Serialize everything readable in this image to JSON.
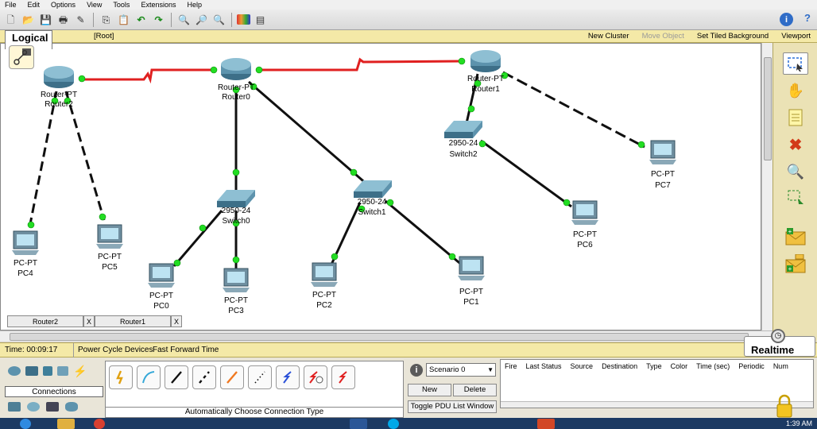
{
  "menu": [
    "File",
    "Edit",
    "Options",
    "View",
    "Tools",
    "Extensions",
    "Help"
  ],
  "workspace": {
    "tab": "Logical",
    "root": "[Root]",
    "actions": [
      "New Cluster",
      "Move Object",
      "Set Tiled Background",
      "Viewport"
    ]
  },
  "devices": {
    "router2": {
      "type": "Router-PT",
      "name": "Router2"
    },
    "router0": {
      "type": "Router-PT",
      "name": "Router0"
    },
    "router1": {
      "type": "Router-PT",
      "name": "Router1"
    },
    "switch0": {
      "type": "2950-24",
      "name": "Switch0"
    },
    "switch1": {
      "type": "2950-24",
      "name": "Switch1"
    },
    "switch2": {
      "type": "2950-24",
      "name": "Switch2"
    },
    "pc4": {
      "type": "PC-PT",
      "name": "PC4"
    },
    "pc5": {
      "type": "PC-PT",
      "name": "PC5"
    },
    "pc0": {
      "type": "PC-PT",
      "name": "PC0"
    },
    "pc3": {
      "type": "PC-PT",
      "name": "PC3"
    },
    "pc2": {
      "type": "PC-PT",
      "name": "PC2"
    },
    "pc1": {
      "type": "PC-PT",
      "name": "PC1"
    },
    "pc6": {
      "type": "PC-PT",
      "name": "PC6"
    },
    "pc7": {
      "type": "PC-PT",
      "name": "PC7"
    }
  },
  "tabs": [
    "Router2",
    "X",
    "Router1",
    "X"
  ],
  "status": {
    "time": "Time: 00:09:17",
    "power_cycle": "Power Cycle Devices",
    "fast_forward": "Fast Forward Time",
    "mode": "Realtime"
  },
  "bottom": {
    "connections_label": "Connections",
    "auto_connection": "Automatically Choose Connection Type",
    "scenario": "Scenario 0",
    "new_label": "New",
    "delete_label": "Delete",
    "toggle_pdu": "Toggle PDU List Window"
  },
  "pdu_columns": [
    "Fire",
    "Last Status",
    "Source",
    "Destination",
    "Type",
    "Color",
    "Time (sec)",
    "Periodic",
    "Num"
  ],
  "taskbar": {
    "time": "1:39 AM"
  },
  "colors": {
    "serial_link": "#e02020",
    "straight_link": "#101010",
    "port_up": "#22dd22",
    "workbar": "#f4e9a7"
  }
}
